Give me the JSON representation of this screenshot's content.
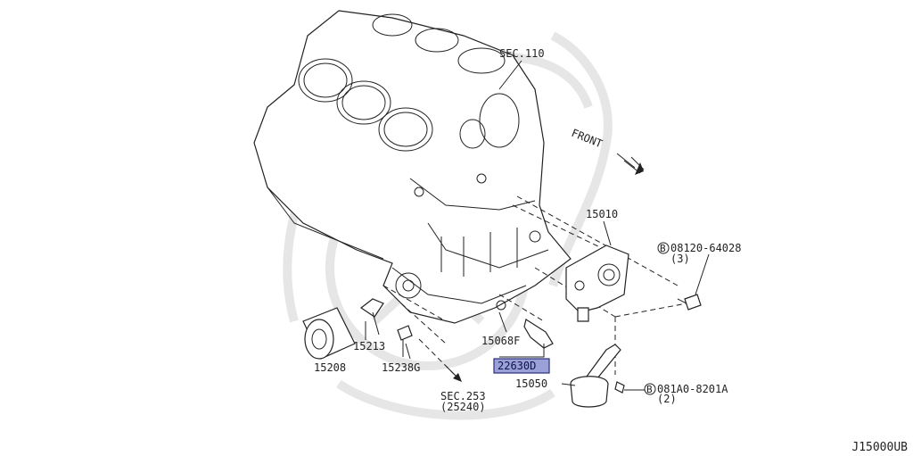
{
  "labels": {
    "sec110": "SEC.110",
    "front": "FRONT",
    "p15010": "15010",
    "bolt1_code": "08120-64028",
    "bolt1_qty": "(3)",
    "p15068f": "15068F",
    "p22630d": "22630D",
    "p15050": "15050",
    "bolt2_code": "081A0-8201A",
    "bolt2_qty": "(2)",
    "p15213": "15213",
    "p15208": "15208",
    "p15238g": "15238G",
    "sec253": "SEC.253",
    "sec253_sub": "(25240)",
    "b_marker": "B"
  },
  "highlight": {
    "part": "22630D",
    "fill_color": "#9aa0d8",
    "border_color": "#2a2f7a"
  },
  "sheet_id": "J15000UB"
}
